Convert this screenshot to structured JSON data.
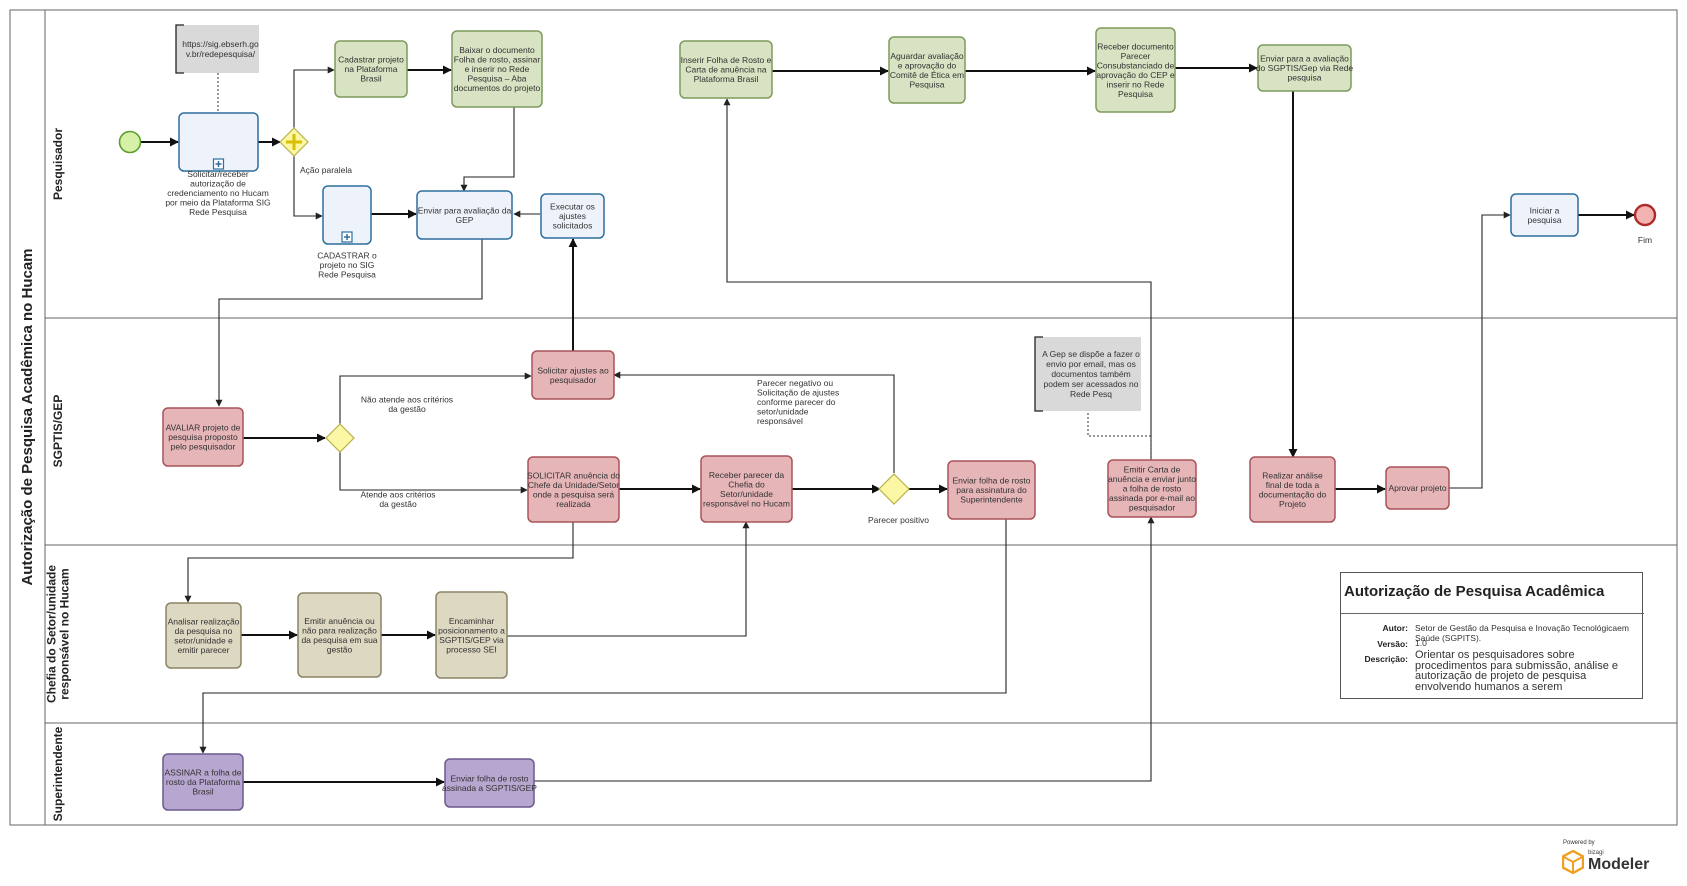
{
  "pool": {
    "title": "Autorização de Pesquisa Acadêmica no Hucam"
  },
  "lanes": [
    {
      "id": "pesquisador",
      "label_lines": [
        "Pesquisador"
      ]
    },
    {
      "id": "sgptis",
      "label_lines": [
        "SGPTIS/GEP"
      ]
    },
    {
      "id": "chefia",
      "label_lines": [
        "Chefia do Setor/unidade",
        "responsável no Hucam"
      ]
    },
    {
      "id": "superintendente",
      "label_lines": [
        "Superintendente"
      ]
    }
  ],
  "tasks": [
    {
      "id": "t_solicitar",
      "fill": "#eef3fb",
      "stroke": "#2d6f9e",
      "subprocess": true,
      "lines": []
    },
    {
      "id": "t_cadastrar_sig",
      "fill": "#eef3fb",
      "stroke": "#2d6f9e",
      "subprocess": true,
      "lines": []
    },
    {
      "id": "t_cadastrar_pb",
      "fill": "#d7e3c2",
      "stroke": "#7f9a5c",
      "lines": [
        "Cadastrar projeto",
        "na Plataforma",
        "Brasil"
      ]
    },
    {
      "id": "t_baixar",
      "fill": "#d7e3c2",
      "stroke": "#7f9a5c",
      "lines": [
        "Baixar o documento",
        "Folha de rosto, assinar",
        "e inserir no Rede",
        "Pesquisa – Aba",
        "documentos do projeto"
      ]
    },
    {
      "id": "t_enviar_gep",
      "fill": "#eef3fb",
      "stroke": "#2d6f9e",
      "lines": [
        "Enviar para avaliação da",
        "GEP"
      ]
    },
    {
      "id": "t_executar",
      "fill": "#eef3fb",
      "stroke": "#2d6f9e",
      "lines": [
        "Executar os",
        "ajustes",
        "solicitados"
      ]
    },
    {
      "id": "t_inserir_folha",
      "fill": "#d7e3c2",
      "stroke": "#7f9a5c",
      "lines": [
        "Inserir Folha de Rosto e",
        "Carta de anuência na",
        "Plataforma Brasil"
      ]
    },
    {
      "id": "t_aguardar",
      "fill": "#d7e3c2",
      "stroke": "#7f9a5c",
      "lines": [
        "Aguardar avaliação",
        "e aprovação do",
        "Comitê de Ética em",
        "Pesquisa"
      ]
    },
    {
      "id": "t_receber_doc",
      "fill": "#d7e3c2",
      "stroke": "#7f9a5c",
      "lines": [
        "Receber documento",
        "Parecer",
        "Consubstanciado de",
        "aprovação do CEP e",
        "inserir no Rede",
        "Pesquisa"
      ]
    },
    {
      "id": "t_enviar_sgptis",
      "fill": "#d7e3c2",
      "stroke": "#7f9a5c",
      "lines": [
        "Enviar para a avaliação",
        "do SGPTIS/Gep via Rede",
        "pesquisa"
      ]
    },
    {
      "id": "t_iniciar",
      "fill": "#eef3fb",
      "stroke": "#2d6f9e",
      "lines": [
        "Iniciar a",
        "pesquisa"
      ]
    },
    {
      "id": "t_avaliar",
      "fill": "#e6b5b8",
      "stroke": "#a85358",
      "lines": [
        "AVALIAR projeto de",
        "pesquisa proposto",
        "pelo pesquisador"
      ]
    },
    {
      "id": "t_solicitar_ajustes",
      "fill": "#e6b5b8",
      "stroke": "#a85358",
      "lines": [
        "Solicitar ajustes ao",
        "pesquisador"
      ]
    },
    {
      "id": "t_solicitar_anuencia",
      "fill": "#e6b5b8",
      "stroke": "#a85358",
      "lines": [
        "SOLICITAR anuência do",
        "Chefe da Unidade/Setor",
        "onde a pesquisa será",
        "realizada"
      ]
    },
    {
      "id": "t_receber_parecer",
      "fill": "#e6b5b8",
      "stroke": "#a85358",
      "lines": [
        "Receber parecer da",
        "Chefia do",
        "Setor/unidade",
        "responsável no Hucam"
      ]
    },
    {
      "id": "t_enviar_folha",
      "fill": "#e6b5b8",
      "stroke": "#a85358",
      "lines": [
        "Enviar folha de rosto",
        "para assinatura do",
        "Superintendente"
      ]
    },
    {
      "id": "t_emitir_carta",
      "fill": "#e6b5b8",
      "stroke": "#a85358",
      "lines": [
        "Emitir Carta de",
        "anuência e enviar junto",
        "a folha de rosto",
        "assinada por e-mail ao",
        "pesquisador"
      ]
    },
    {
      "id": "t_realizar",
      "fill": "#e6b5b8",
      "stroke": "#a85358",
      "lines": [
        "Realizar análise",
        "final de toda a",
        "documentação do",
        "Projeto"
      ]
    },
    {
      "id": "t_aprovar",
      "fill": "#e6b5b8",
      "stroke": "#a85358",
      "lines": [
        "Aprovar projeto"
      ]
    },
    {
      "id": "t_analisar",
      "fill": "#ddd8c2",
      "stroke": "#8c8466",
      "lines": [
        "Analisar realização",
        "da pesquisa no",
        "setor/unidade e",
        "emitir parecer"
      ]
    },
    {
      "id": "t_emitir_anuencia",
      "fill": "#ddd8c2",
      "stroke": "#8c8466",
      "lines": [
        "Emitir anuência ou",
        "não para realização",
        "da pesquisa em sua",
        "gestão"
      ]
    },
    {
      "id": "t_encaminhar",
      "fill": "#ddd8c2",
      "stroke": "#8c8466",
      "lines": [
        "Encaminhar",
        "posicionamento a",
        "SGPTIS/GEP via",
        "processo SEI"
      ]
    },
    {
      "id": "t_assinar",
      "fill": "#b7a6cf",
      "stroke": "#6b5a8e",
      "lines": [
        "ASSINAR a folha de",
        "rosto da Plataforma",
        "Brasil"
      ]
    },
    {
      "id": "t_enviar_assinada",
      "fill": "#b7a6cf",
      "stroke": "#6b5a8e",
      "lines": [
        "Enviar folha de rosto",
        "assinada a SGPTIS/GEP"
      ]
    }
  ],
  "outside_labels": [
    {
      "id": "lbl_solicitar",
      "lines": [
        "Solicitar/receber",
        "autorização de",
        "credenciamento no Hucam",
        "por meio da Plataforma SIG",
        "Rede Pesquisa"
      ]
    },
    {
      "id": "lbl_cadastrar_sig",
      "lines": [
        "CADASTRAR o",
        "projeto no SIG",
        "Rede Pesquisa"
      ]
    },
    {
      "id": "lbl_acao_paralela",
      "lines": [
        "Ação paralela"
      ]
    },
    {
      "id": "lbl_nao_atende",
      "lines": [
        "Não atende aos critérios",
        "da gestão"
      ]
    },
    {
      "id": "lbl_atende",
      "lines": [
        "Atende aos critérios",
        "da gestão"
      ]
    },
    {
      "id": "lbl_parecer_neg",
      "lines": [
        "Parecer negativo ou",
        "Solicitação de ajustes",
        "conforme parecer do",
        "setor/unidade",
        "responsável"
      ]
    },
    {
      "id": "lbl_parecer_pos",
      "lines": [
        "Parecer positivo"
      ]
    },
    {
      "id": "lbl_fim",
      "lines": [
        "Fim"
      ]
    }
  ],
  "annotations": [
    {
      "id": "ann_url",
      "lines": [
        "https://sig.ebserh.go",
        "v.br/redepesquisa/"
      ]
    },
    {
      "id": "ann_gep",
      "lines": [
        "A Gep se dispõe a fazer o",
        "envio por email, mas os",
        "documentos também",
        "podem ser acessados no",
        "Rede Pesq"
      ]
    }
  ],
  "colors": {
    "start_fill": "#d6f0a8",
    "start_stroke": "#58a02b",
    "end_fill": "#f3b3b3",
    "end_stroke": "#b02a2a",
    "gateway_fill": "#fbf7a4",
    "gateway_stroke": "#b8b24a",
    "parallel_plus": "#d9c000",
    "annotation_fill": "#d9d9d9"
  },
  "info_box": {
    "title": "Autorização de Pesquisa Acadêmica",
    "author_label": "Autor:",
    "author_value": "Setor de Gestão da Pesquisa e Inovação Tecnológicaem Saúde (SGPITS).",
    "version_label": "Versão:",
    "version_value": "1.0",
    "description_label": "Descrição:",
    "description_value": "Orientar os pesquisadores sobre procedimentos para submissão, análise e autorização de projeto de pesquisa envolvendo humanos a serem"
  },
  "powered": {
    "by": "Powered by",
    "brand_small": "bizagi",
    "brand": "Modeler"
  }
}
